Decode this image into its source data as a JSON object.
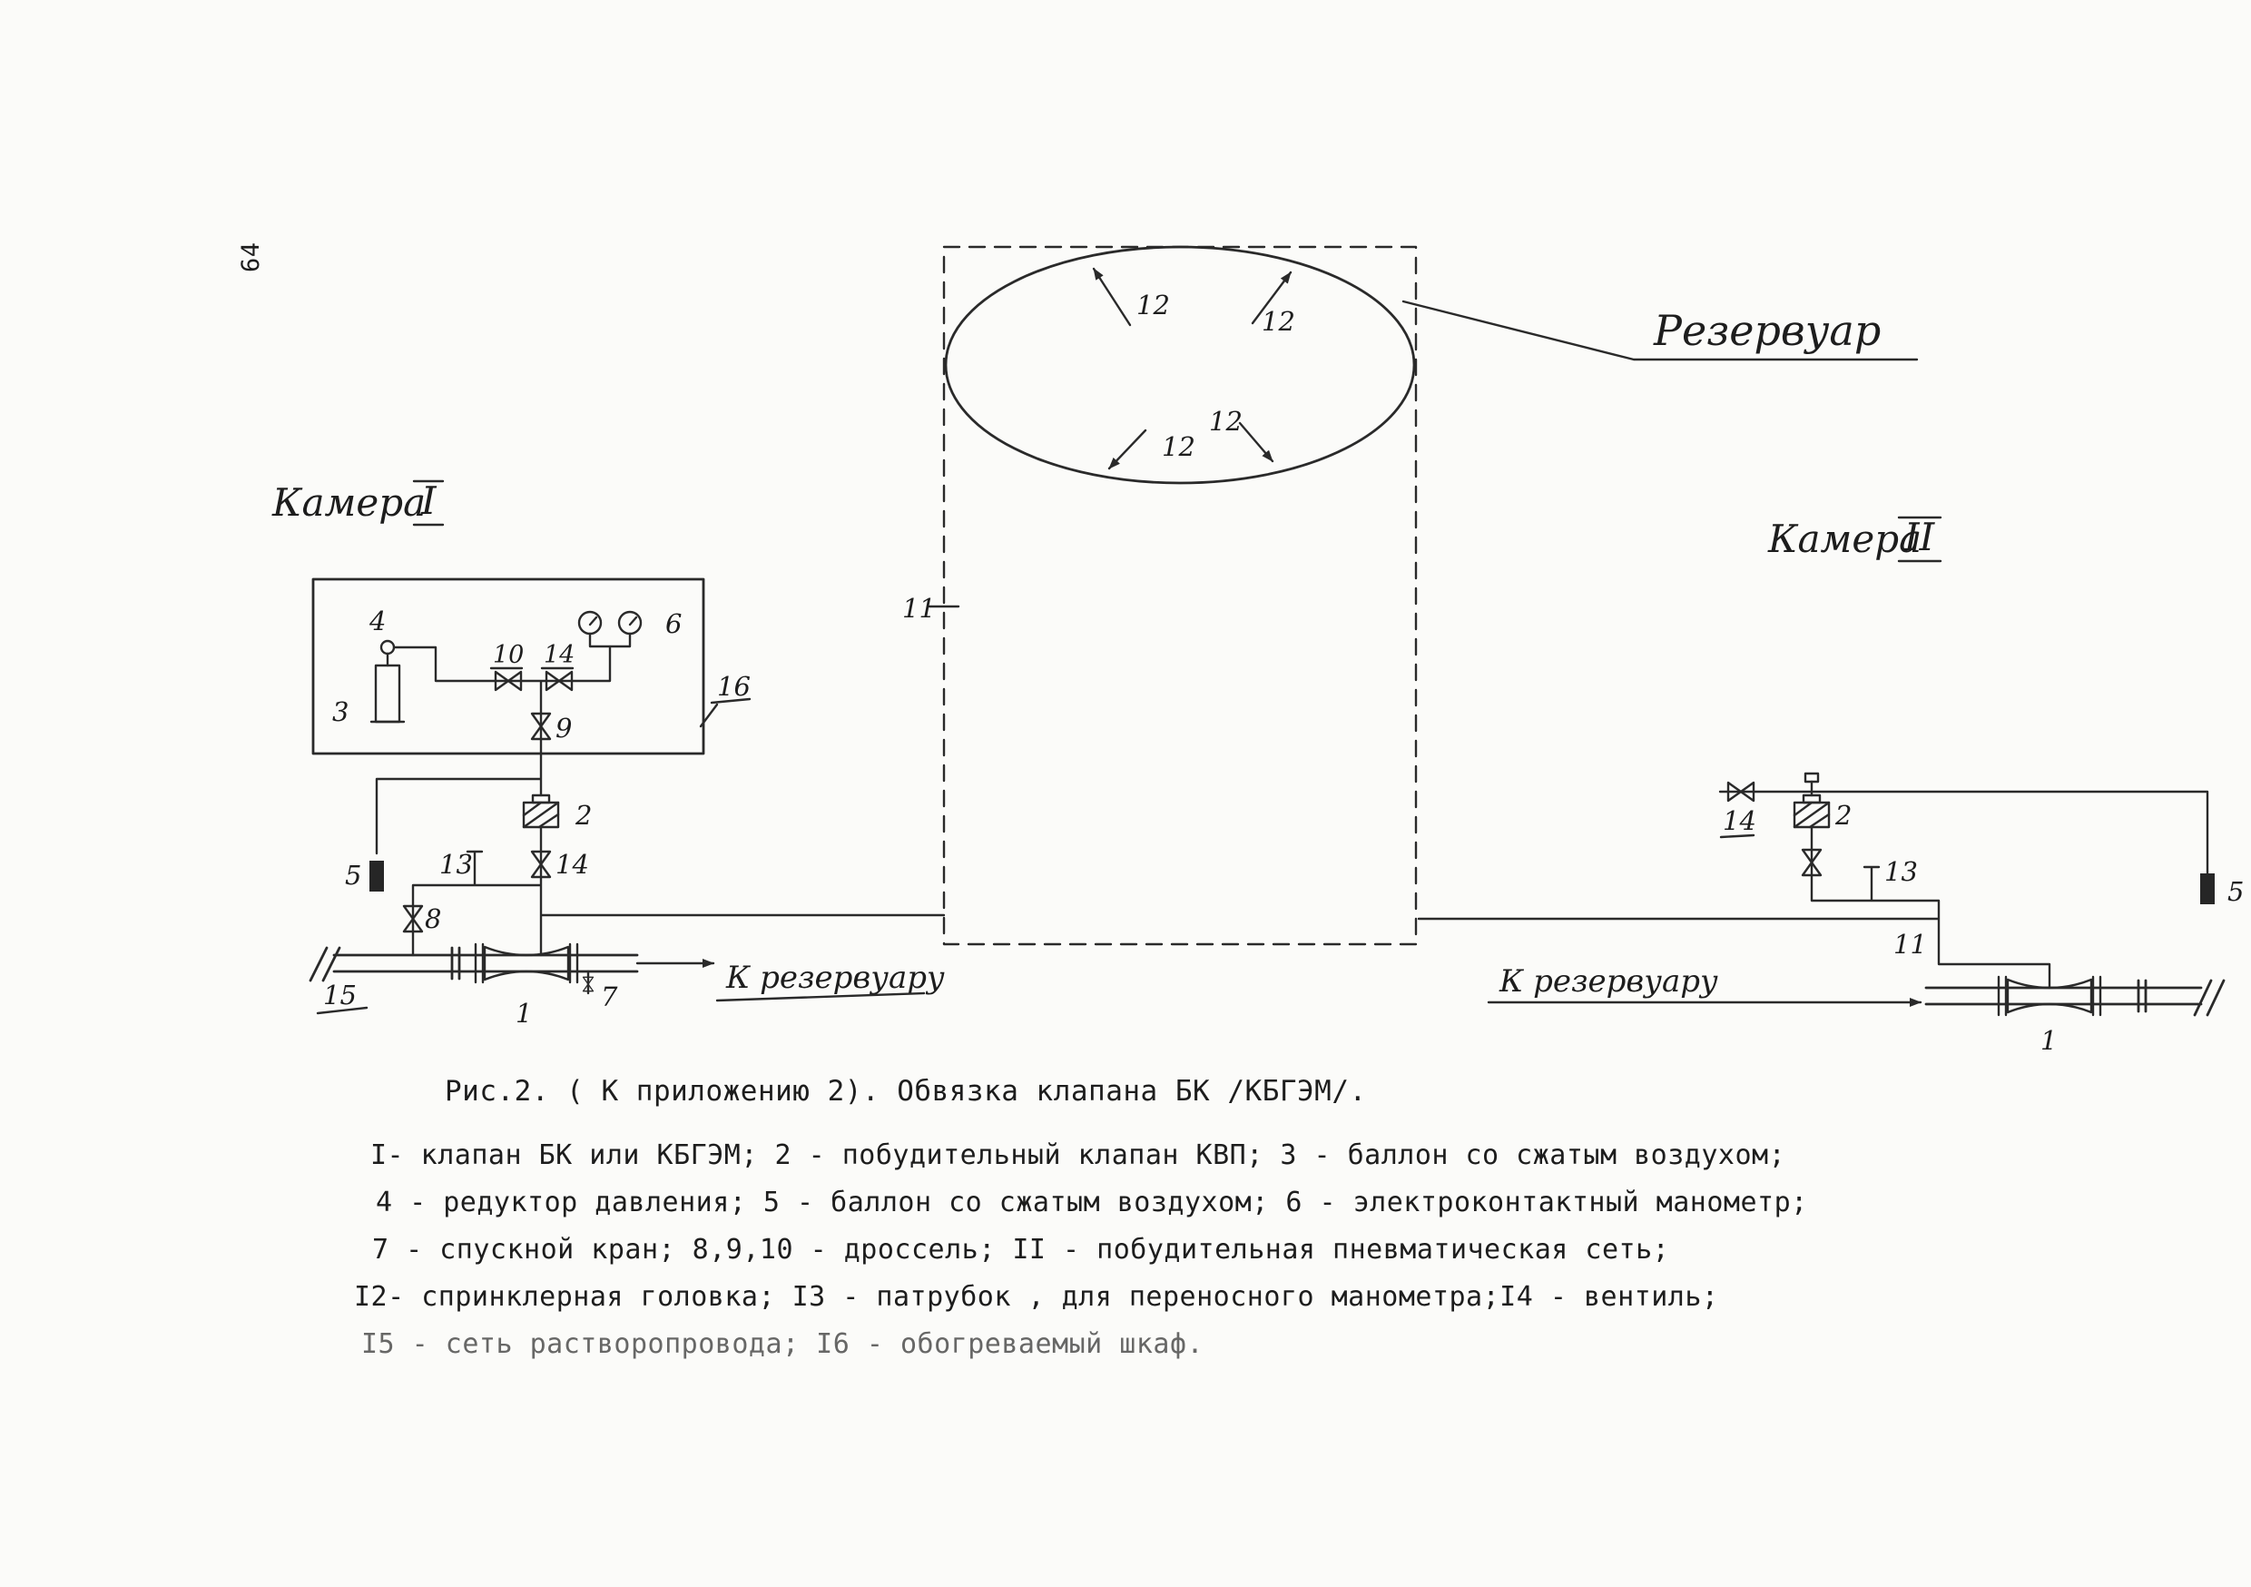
{
  "colors": {
    "ink": "#262626",
    "paper": "#fbfbf9"
  },
  "page": {
    "number": "64"
  },
  "diagram": {
    "reservoir_label": "Резервуар",
    "chamber_left": {
      "label": "Камера",
      "numeral": "I"
    },
    "chamber_right": {
      "label": "Камера",
      "numeral": "II"
    },
    "to_reservoir_left": "К резервуару",
    "to_reservoir_right": "К резервуару",
    "callouts": {
      "sprinkler_tl": "12",
      "sprinkler_tr": "12",
      "sprinkler_bl": "12",
      "sprinkler_br": "12",
      "pneumatic_left": "11",
      "pneumatic_right": "11",
      "reducer4": "4",
      "bottle3": "3",
      "drossel10": "10",
      "valve14_top": "14",
      "manometer6": "6",
      "cabinet16": "16",
      "drossel9": "9",
      "kvp2_left": "2",
      "valve14_mid": "14",
      "bottle5_left": "5",
      "stub13_left": "13",
      "drossel8": "8",
      "network15": "15",
      "valve1_left": "1",
      "drain7": "7",
      "valve14_right": "14",
      "kvp2_right": "2",
      "stub13_right": "13",
      "bottle5_right": "5",
      "valve1_right": "1"
    }
  },
  "caption": "Рис.2. ( К приложению 2). Обвязка клапана БК /КБГЭМ/.",
  "legend": {
    "lines": [
      "I- клапан БК или КБГЭМ; 2 - побудительный клапан КВП; 3 - баллон со сжатым воздухом;",
      "4 - редуктор давления; 5 - баллон со сжатым воздухом; 6 - электроконтактный манометр;",
      "7 - спускной кран; 8,9,10 - дроссель; II - побудительная пневматическая сеть;",
      "I2- спринклерная головка; I3 - патрубок , для переносного манометра;I4 - вентиль;",
      "I5 - сеть растворопровода; I6 - обогреваемый шкаф."
    ]
  }
}
